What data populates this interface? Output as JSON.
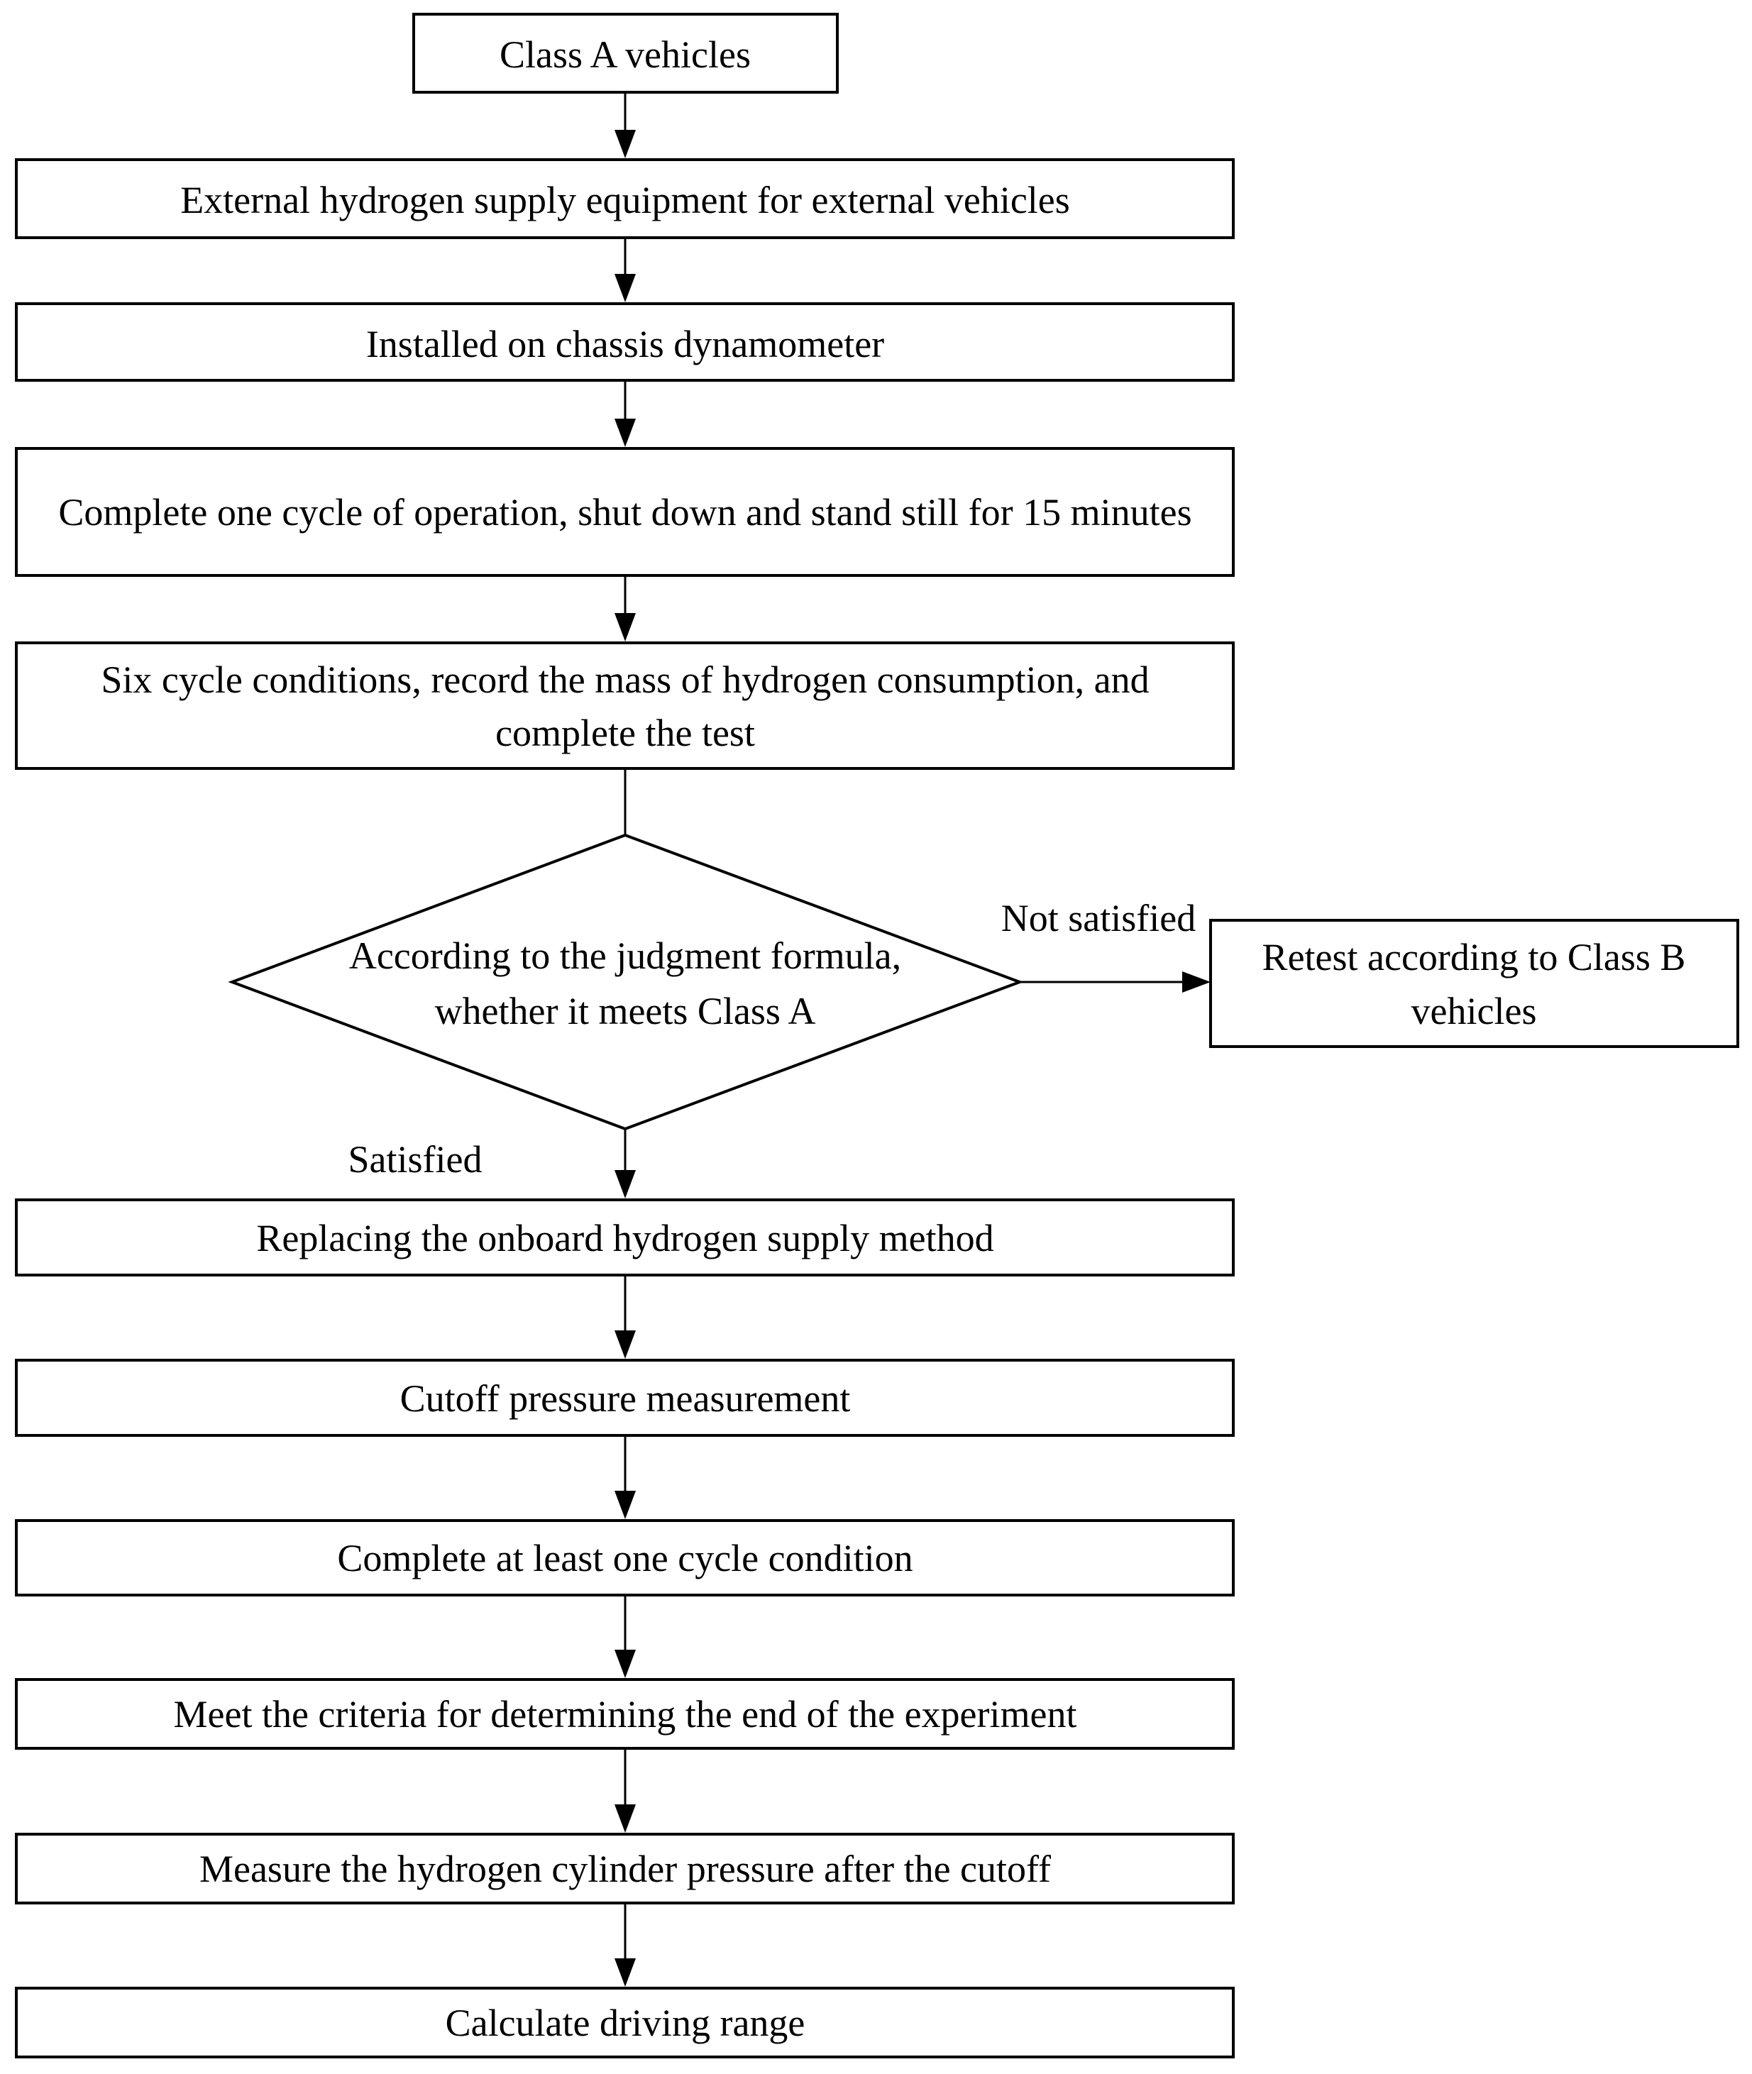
{
  "nodes": {
    "start": "Class A vehicles",
    "step1": "External hydrogen supply equipment for external vehicles",
    "step2": "Installed on chassis dynamometer",
    "step3": "Complete one cycle of operation, shut down and stand still for 15 minutes",
    "step4": [
      "Six cycle conditions, record the mass of hydrogen consumption, and",
      "complete the test"
    ],
    "decision": [
      "According to the judgment formula,",
      "whether it meets Class A"
    ],
    "retest": [
      "Retest according to Class B",
      "vehicles"
    ],
    "step5": "Replacing the onboard hydrogen supply method",
    "step6": "Cutoff pressure measurement",
    "step7": "Complete at least one cycle condition",
    "step8": "Meet the criteria for determining the end of the experiment",
    "step9": "Measure the hydrogen cylinder pressure after the cutoff",
    "step10": "Calculate driving range"
  },
  "edge_labels": {
    "not_satisfied": "Not satisfied",
    "satisfied": "Satisfied"
  }
}
